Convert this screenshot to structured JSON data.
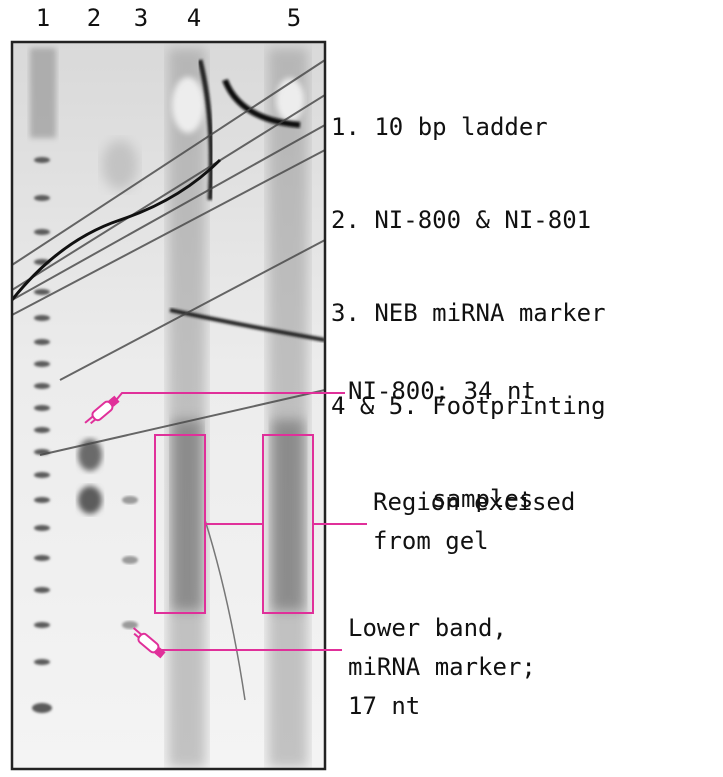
{
  "lanes": [
    "1",
    "2",
    "3",
    "4",
    "5"
  ],
  "legend": [
    "1. 10 bp ladder",
    "2. NI-800 & NI-801",
    "3. NEB miRNA marker",
    "4 & 5. Footprinting",
    "       samples"
  ],
  "annotations": {
    "ni800": "NI-800; 34 nt",
    "region_line1": "Region excised",
    "region_line2": "from gel",
    "lower_line1": "Lower band,",
    "lower_line2": "miRNA marker;",
    "lower_line3": "17 nt"
  },
  "colors": {
    "annotation": "#e0309a",
    "gel_border": "#222222",
    "band": "#1a1a1a"
  },
  "icons": [
    "pointing-hand-icon"
  ]
}
